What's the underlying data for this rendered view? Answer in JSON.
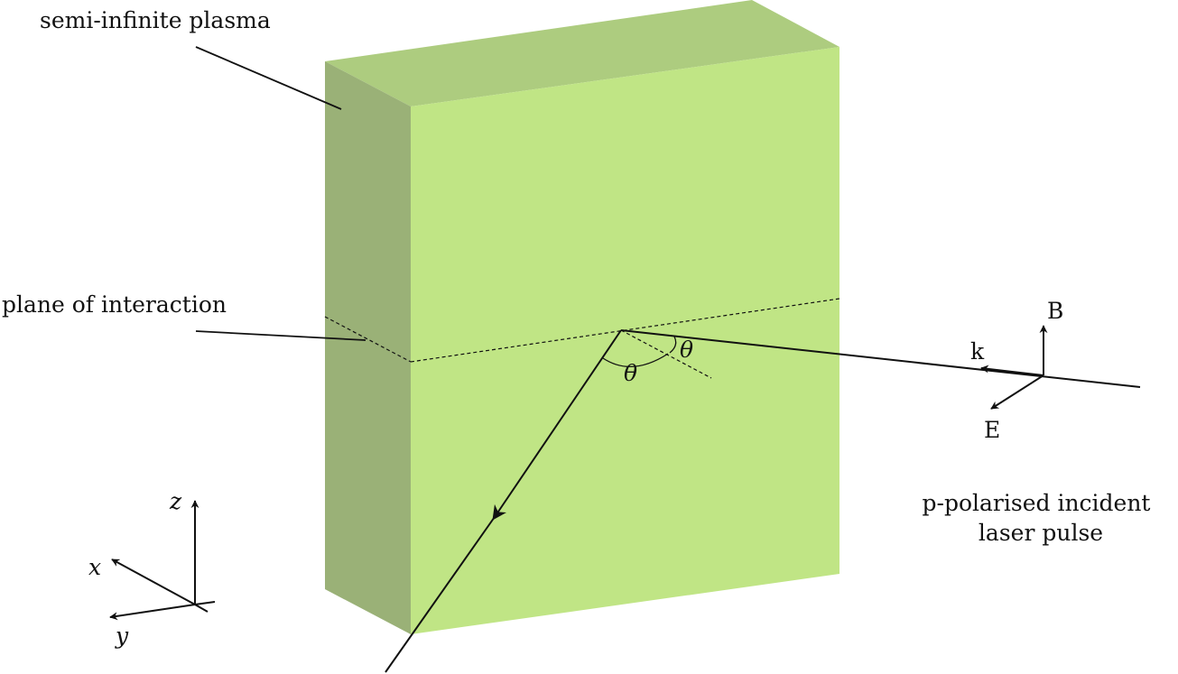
{
  "labels": {
    "plasma": "semi-infinite plasma",
    "plane": "plane of interaction",
    "theta_incidence": "θ",
    "theta_reflection": "θ",
    "k": "k",
    "B": "B",
    "E": "E",
    "pulse_line1": "p-polarised incident",
    "pulse_line2": "laser pulse"
  },
  "axes": {
    "z": "z",
    "x": "x",
    "y": "y"
  },
  "colors": {
    "front_face": "#c0e585",
    "top_face": "#adcc7f",
    "side_face": "#9ab177",
    "ink": "#111111"
  }
}
